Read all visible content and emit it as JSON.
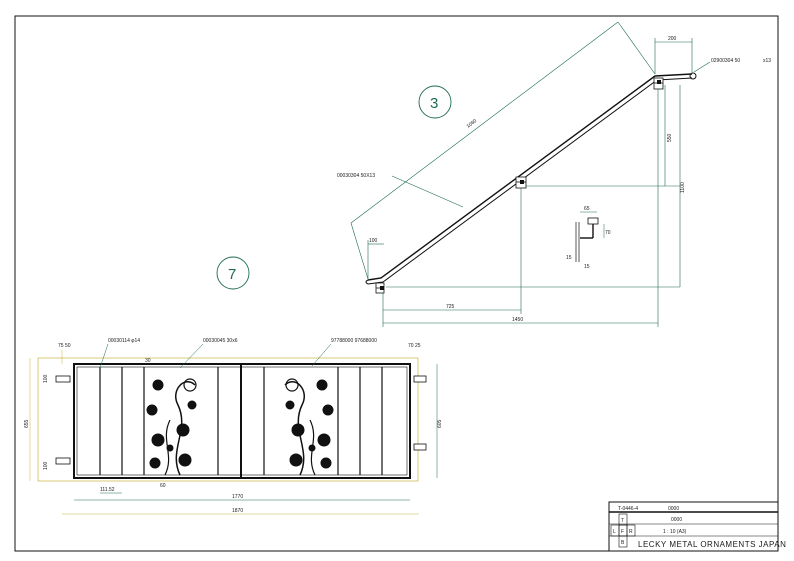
{
  "labels": {
    "view_3": "3",
    "view_7": "7",
    "top_right_part": "02900304 50",
    "top_right_scale": "x13",
    "rail_part": "00030304 50X13",
    "bar_part": "00030114 φ14",
    "frame_part": "00030045 30x6",
    "ornament_part": "97788000 97688000"
  },
  "dims": {
    "d200": "200",
    "d1060": "1060",
    "d550": "550",
    "d1100": "1100",
    "d100": "100",
    "d725": "725",
    "d1450": "1450",
    "d65": "65",
    "d70": "70",
    "d15a": "15",
    "d15b": "15",
    "left_top": "75 50",
    "right_top": "70 25",
    "left_h": "655",
    "right_h": "605",
    "left_100a": "100",
    "left_100b": "100",
    "d111": "111.52",
    "d1770": "1770",
    "d1870": "1870",
    "d30": "30",
    "d60": "60"
  },
  "title_block": {
    "drawing_no": "T-0446-4",
    "code1": "0000",
    "code2": "0000",
    "scale": "1 : 10 (A3)",
    "proj_t": "T",
    "proj_l": "L",
    "proj_f": "F",
    "proj_r": "R",
    "proj_b": "B",
    "company": "LECKY METAL ORNAMENTS JAPAN"
  }
}
